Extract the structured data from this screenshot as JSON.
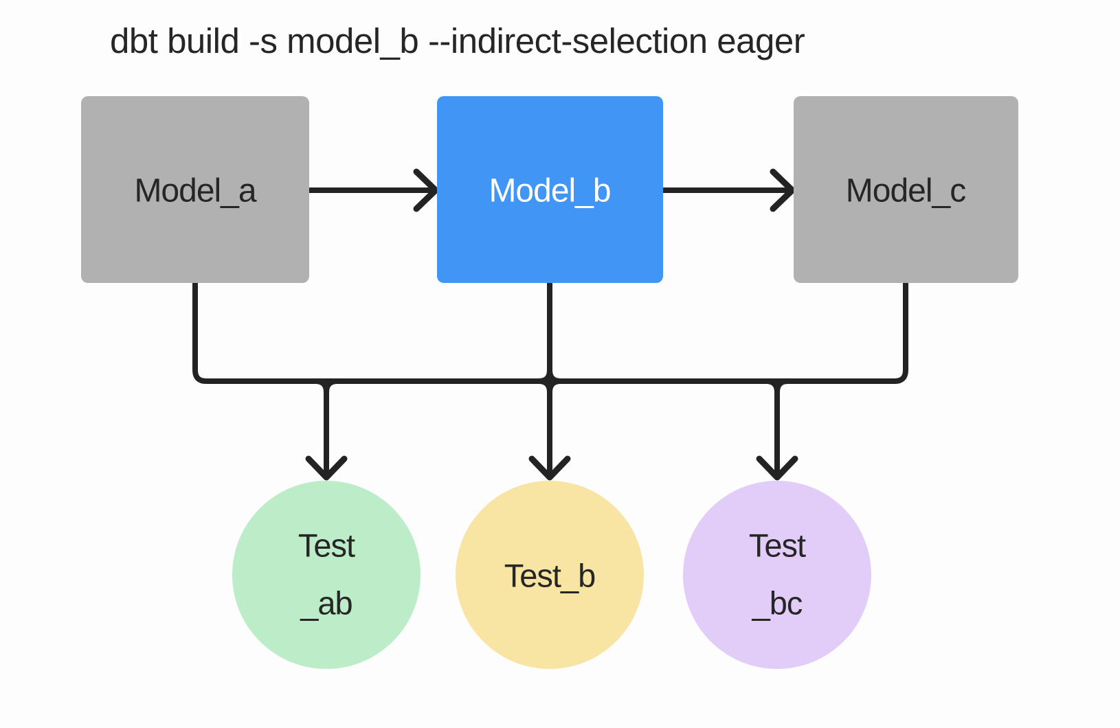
{
  "title": "dbt build -s model_b --indirect-selection eager",
  "diagram": {
    "models": [
      {
        "id": "model_a",
        "label": "Model_a",
        "fill": "#b1b1b1",
        "text_color": "#262626",
        "selected": false
      },
      {
        "id": "model_b",
        "label": "Model_b",
        "fill": "#4195f4",
        "text_color": "#ffffff",
        "selected": true
      },
      {
        "id": "model_c",
        "label": "Model_c",
        "fill": "#b1b1b1",
        "text_color": "#262626",
        "selected": false
      }
    ],
    "tests": [
      {
        "id": "test_ab",
        "label_lines": [
          "Test",
          "_ab"
        ],
        "fill": "#bcecc8"
      },
      {
        "id": "test_b",
        "label_lines": [
          "Test_b"
        ],
        "fill": "#f8e5a3"
      },
      {
        "id": "test_bc",
        "label_lines": [
          "Test",
          "_bc"
        ],
        "fill": "#e2cdf8"
      }
    ],
    "edges": [
      {
        "from": "model_a",
        "to": "model_b"
      },
      {
        "from": "model_b",
        "to": "model_c"
      },
      {
        "from": "model_a",
        "to": "test_ab"
      },
      {
        "from": "model_b",
        "to": "test_ab"
      },
      {
        "from": "model_b",
        "to": "test_b"
      },
      {
        "from": "model_b",
        "to": "test_bc"
      },
      {
        "from": "model_c",
        "to": "test_bc"
      }
    ],
    "colors": {
      "edge_stroke": "#232323",
      "selected_model": "#4195f4",
      "unselected_model": "#b1b1b1",
      "test_ab": "#bcecc8",
      "test_b": "#f8e5a3",
      "test_bc": "#e2cdf8",
      "background": "#fdfdfd"
    }
  }
}
